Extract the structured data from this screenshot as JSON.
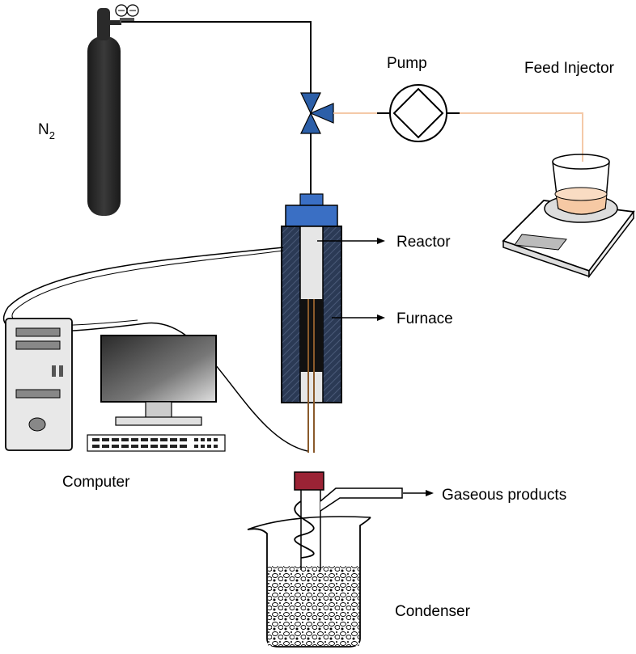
{
  "labels": {
    "nitrogen_main": "N",
    "nitrogen_sub": "2",
    "pump": "Pump",
    "feed_injector": "Feed Injector",
    "reactor": "Reactor",
    "furnace": "Furnace",
    "computer": "Computer",
    "gaseous_products": "Gaseous products",
    "condenser": "Condenser"
  },
  "colors": {
    "line": "#000000",
    "feed_line": "#f4c9a8",
    "valve_blue": "#2c5fa8",
    "furnace_fill": "#2b3a55",
    "cap_blue": "#3a6fc4",
    "cylinder": "#2a2a2a",
    "stopper_red": "#9b2335",
    "probe_brown": "#8a5a2b",
    "liquid": "#f6c9a4"
  }
}
